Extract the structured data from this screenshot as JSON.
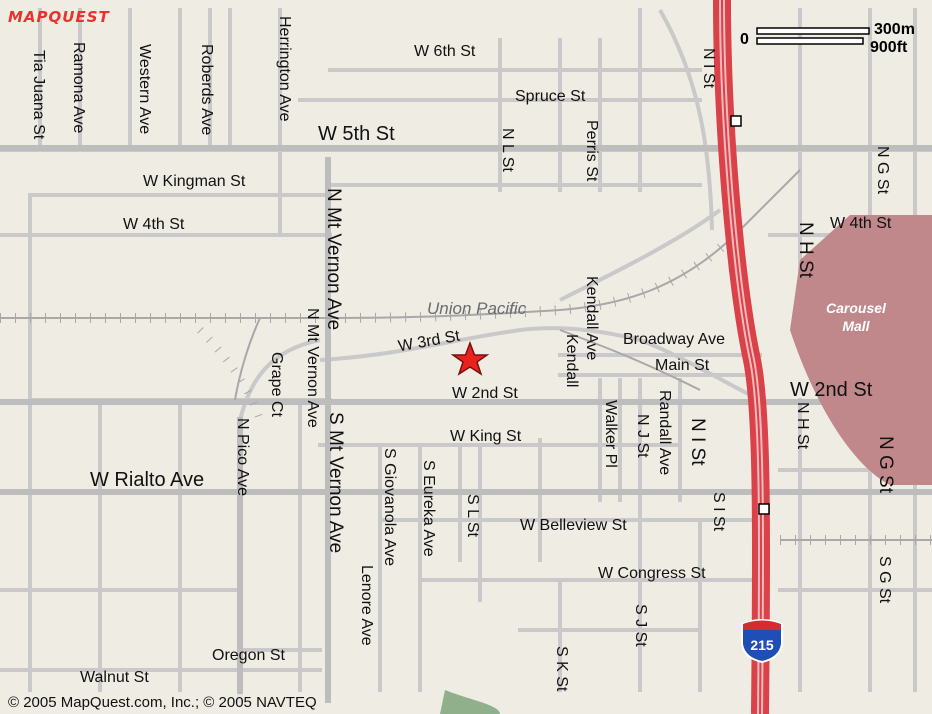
{
  "branding": {
    "logo_text": "MAPQUEST",
    "copyright": "© 2005 MapQuest.com, Inc.; © 2005 NAVTEQ"
  },
  "scale": {
    "zero": "0",
    "metric": "300m",
    "imperial": "900ft"
  },
  "highway": {
    "shield": "215"
  },
  "rail_name": "Union Pacific",
  "landmark": {
    "line1": "Carousel",
    "line2": "Mall"
  },
  "streets": {
    "w6th": "W 6th St",
    "spruce": "Spruce St",
    "w5th": "W 5th St",
    "wkingman": "W Kingman St",
    "w4th": "W 4th St",
    "w4th_east": "W 4th St",
    "w3rd": "W 3rd St",
    "broadway": "Broadway Ave",
    "main": "Main St",
    "w2nd": "W 2nd St",
    "w2nd_east": "W 2nd St",
    "wking": "W King St",
    "wrialto": "W Rialto Ave",
    "wbelleview": "W Belleview St",
    "wcongress": "W Congress St",
    "oregon": "Oregon St",
    "walnut": "Walnut St",
    "tiajuana": "Tia Juana St",
    "ramona": "Ramona Ave",
    "western": "Western Ave",
    "roberds": "Roberds Ave",
    "herrington": "Herrington Ave",
    "nmtvernon": "N Mt Vernon Ave",
    "nmtvernon2": "N Mt Vernon Ave",
    "grape": "Grape Ct",
    "npico": "N Pico Ave",
    "smtvernon": "S Mt Vernon Ave",
    "sgiovanola": "S Giovanola Ave",
    "seureka": "S Eureka Ave",
    "lenore": "Lenore Ave",
    "sl": "S L St",
    "sk": "S K St",
    "nl": "N L St",
    "perris": "Perris St",
    "kendallave": "Kendall Ave",
    "kendall": "Kendall",
    "walker": "Walker Pl",
    "nj": "N J St",
    "randall": "Randall Ave",
    "ni_a": "N I St",
    "ni_b": "N I St",
    "si": "S I St",
    "sj": "S J St",
    "nh": "N H St",
    "nh2": "N H St",
    "ng": "N G St",
    "ng2": "N G St",
    "sg": "S G St"
  },
  "colors": {
    "background": "#efece4",
    "road": "#c8c8c8",
    "highway": "#e8454d",
    "mall": "#c0888a",
    "marker": "#e8231e"
  }
}
